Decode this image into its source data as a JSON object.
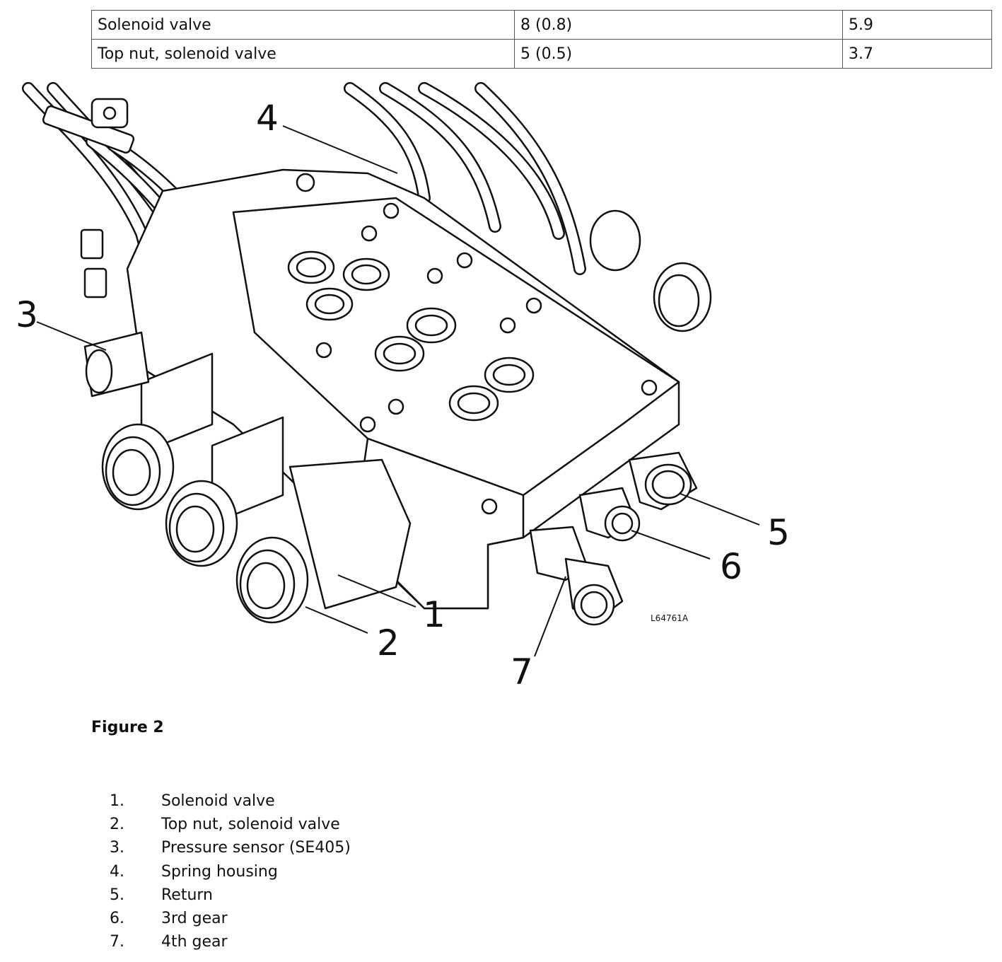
{
  "table": {
    "rows": [
      {
        "component": "Solenoid valve",
        "nm": "8 (0.8)",
        "lbft": "5.9"
      },
      {
        "component": "Top nut, solenoid valve",
        "nm": "5 (0.5)",
        "lbft": "3.7"
      }
    ]
  },
  "figure": {
    "id_label": "L64761A",
    "callouts": [
      "1",
      "2",
      "3",
      "4",
      "5",
      "6",
      "7"
    ],
    "caption": "Figure 2"
  },
  "legend": [
    {
      "num": "1.",
      "text": "Solenoid valve"
    },
    {
      "num": "2.",
      "text": "Top nut, solenoid valve"
    },
    {
      "num": "3.",
      "text": "Pressure sensor (SE405)"
    },
    {
      "num": "4.",
      "text": "Spring housing"
    },
    {
      "num": "5.",
      "text": "Return"
    },
    {
      "num": "6.",
      "text": "3rd gear"
    },
    {
      "num": "7.",
      "text": "4th gear"
    }
  ]
}
